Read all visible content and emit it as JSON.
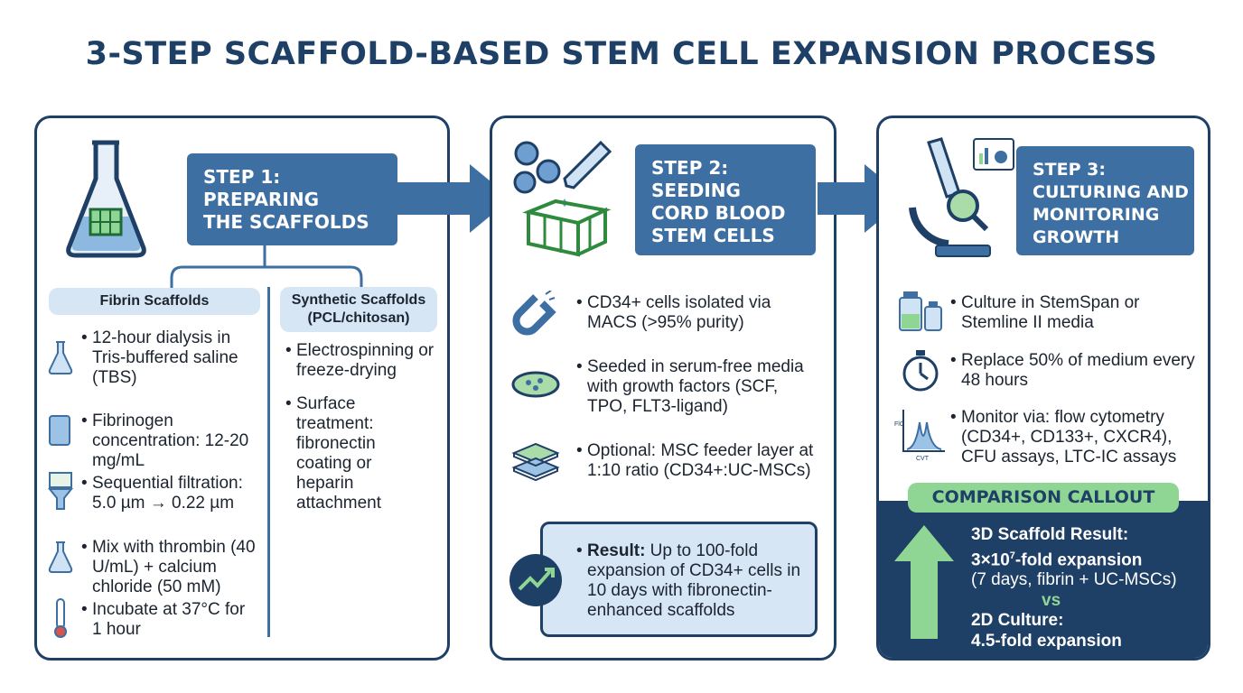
{
  "title": "3-STEP SCAFFOLD-BASED STEM CELL EXPANSION PROCESS",
  "colors": {
    "navy": "#1e3f66",
    "step_blue": "#3d6fa3",
    "light_blue": "#d6e6f4",
    "green": "#8fd694"
  },
  "step1": {
    "label": "STEP 1:\nPREPARING\nTHE SCAFFOLDS",
    "fibrin": {
      "header": "Fibrin Scaffolds",
      "items": [
        "12-hour dialysis in Tris-buffered saline (TBS)",
        "Fibrinogen concentration: 12-20 mg/mL",
        "Sequential filtration: 5.0 µm → 0.22 µm",
        "Mix with thrombin (40 U/mL) + calcium chloride (50 mM)",
        "Incubate at 37°C for 1 hour"
      ]
    },
    "synthetic": {
      "header": "Synthetic Scaffolds (PCL/chitosan)",
      "items": [
        "Electrospinning or freeze-drying",
        "Surface treatment: fibronectin coating or heparin attachment"
      ]
    }
  },
  "step2": {
    "label": "STEP 2:\nSEEDING\nCORD BLOOD\nSTEM CELLS",
    "items": [
      "CD34+ cells isolated via MACS (>95% purity)",
      "Seeded in serum-free media with growth factors (SCF, TPO, FLT3-ligand)",
      "Optional: MSC feeder layer at 1:10 ratio (CD34+:UC-MSCs)"
    ],
    "result_label": "Result:",
    "result_text": " Up to 100-fold expansion of CD34+ cells in 10 days with fibronectin-enhanced scaffolds"
  },
  "step3": {
    "label": "STEP 3:\nCULTURING AND\nMONITORING\nGROWTH",
    "items": [
      "Culture in StemSpan or Stemline II media",
      "Replace 50% of medium every 48 hours",
      "Monitor via: flow cytometry (CD34+, CD133+, CXCR4), CFU assays, LTC-IC assays"
    ],
    "plot_labels": {
      "y": "FlC",
      "x": "CVT"
    },
    "callout": {
      "title": "COMPARISON CALLOUT",
      "line1": "3D Scaffold Result:",
      "line2_pre": "3×10",
      "line2_sup": "7",
      "line2_post": "-fold expansion",
      "line3": "(7 days, fibrin + UC-MSCs)",
      "vs": "vs",
      "line4": "2D Culture:",
      "line5": "4.5-fold expansion"
    }
  }
}
